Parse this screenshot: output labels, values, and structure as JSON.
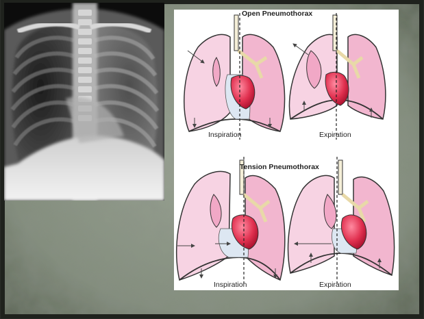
{
  "slide": {
    "xray": {},
    "diagram": {
      "open": {
        "title": "Open Pneumothorax",
        "left_label": "Inspiration",
        "right_label": "Expiration"
      },
      "tension": {
        "title": "Tension Pneumothorax",
        "left_label": "Inspiration",
        "right_label": "Expiration"
      }
    }
  },
  "colors": {
    "slide_bg": "#8a9484",
    "frame": "#2a2d28",
    "lung": "#f4c7dc",
    "collapsed_lung": "#f1b5cf",
    "pleural_space": "#dde7f2",
    "heart": "#e0304f",
    "airway": "#f5efd8"
  }
}
